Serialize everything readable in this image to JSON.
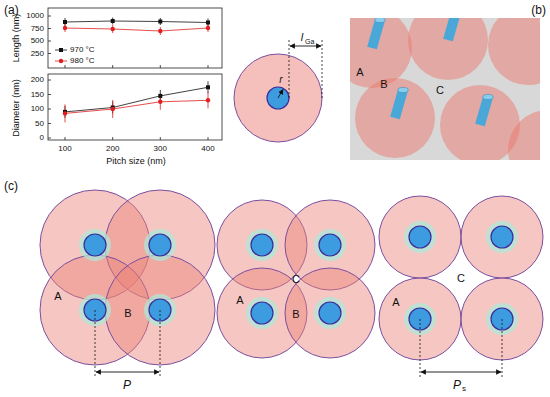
{
  "diagram": {
    "labels": [
      "(a)",
      "Length (nm)",
      "1000",
      "750",
      "500",
      "250",
      "Diameter (nm)",
      "200",
      "150",
      "100",
      "50",
      "0",
      "100",
      "200",
      "300",
      "400",
      "Pitch size (nm)",
      "r",
      "l",
      "Ga",
      "(b)",
      "A",
      "B",
      "C",
      "(c)",
      "A",
      "B",
      "P",
      "C",
      "A",
      "B",
      "C",
      "A",
      "P",
      "s"
    ],
    "legend": [
      {
        "text": "970 °C"
      },
      {
        "text": "980 °C"
      }
    ]
  }
}
